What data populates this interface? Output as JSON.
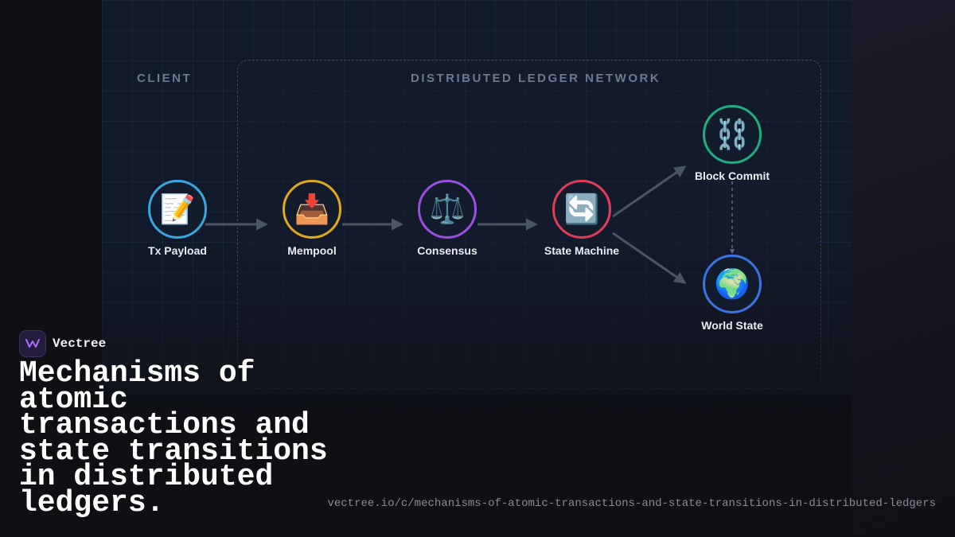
{
  "sections": {
    "client": "CLIENT",
    "network": "DISTRIBUTED LEDGER NETWORK"
  },
  "nodes": [
    {
      "id": "tx-payload",
      "label": "Tx Payload",
      "glyph": "📝",
      "icon": "memo-icon",
      "color": "#3aa6e0"
    },
    {
      "id": "mempool",
      "label": "Mempool",
      "glyph": "📥",
      "icon": "inbox-tray-icon",
      "color": "#e0a81c"
    },
    {
      "id": "consensus",
      "label": "Consensus",
      "glyph": "⚖️",
      "icon": "scales-icon",
      "color": "#9b4fe0"
    },
    {
      "id": "state-machine",
      "label": "State Machine",
      "glyph": "🔄",
      "icon": "cycle-arrows-icon",
      "color": "#e03c5a"
    },
    {
      "id": "block-commit",
      "label": "Block Commit",
      "glyph": "⛓️",
      "icon": "chain-links-icon",
      "color": "#1fae82"
    },
    {
      "id": "world-state",
      "label": "World State",
      "glyph": "🌍",
      "icon": "globe-icon",
      "color": "#3b73e0"
    }
  ],
  "edges": [
    {
      "from": "tx-payload",
      "to": "mempool",
      "style": "solid"
    },
    {
      "from": "mempool",
      "to": "consensus",
      "style": "solid"
    },
    {
      "from": "consensus",
      "to": "state-machine",
      "style": "solid"
    },
    {
      "from": "state-machine",
      "to": "block-commit",
      "style": "solid"
    },
    {
      "from": "state-machine",
      "to": "world-state",
      "style": "solid"
    },
    {
      "from": "block-commit",
      "to": "world-state",
      "style": "dashed"
    }
  ],
  "brand": {
    "name": "Vectree",
    "logo_icon": "vectree-logo-icon"
  },
  "headline": "Mechanisms of atomic transactions and state transitions in distributed ledgers.",
  "url": "vectree.io/c/mechanisms-of-atomic-transactions-and-state-transitions-in-distributed-ledgers",
  "colors": {
    "edge": "#4a5567",
    "edge_dashed": "#5d6b80",
    "label": "#6c7b91"
  }
}
